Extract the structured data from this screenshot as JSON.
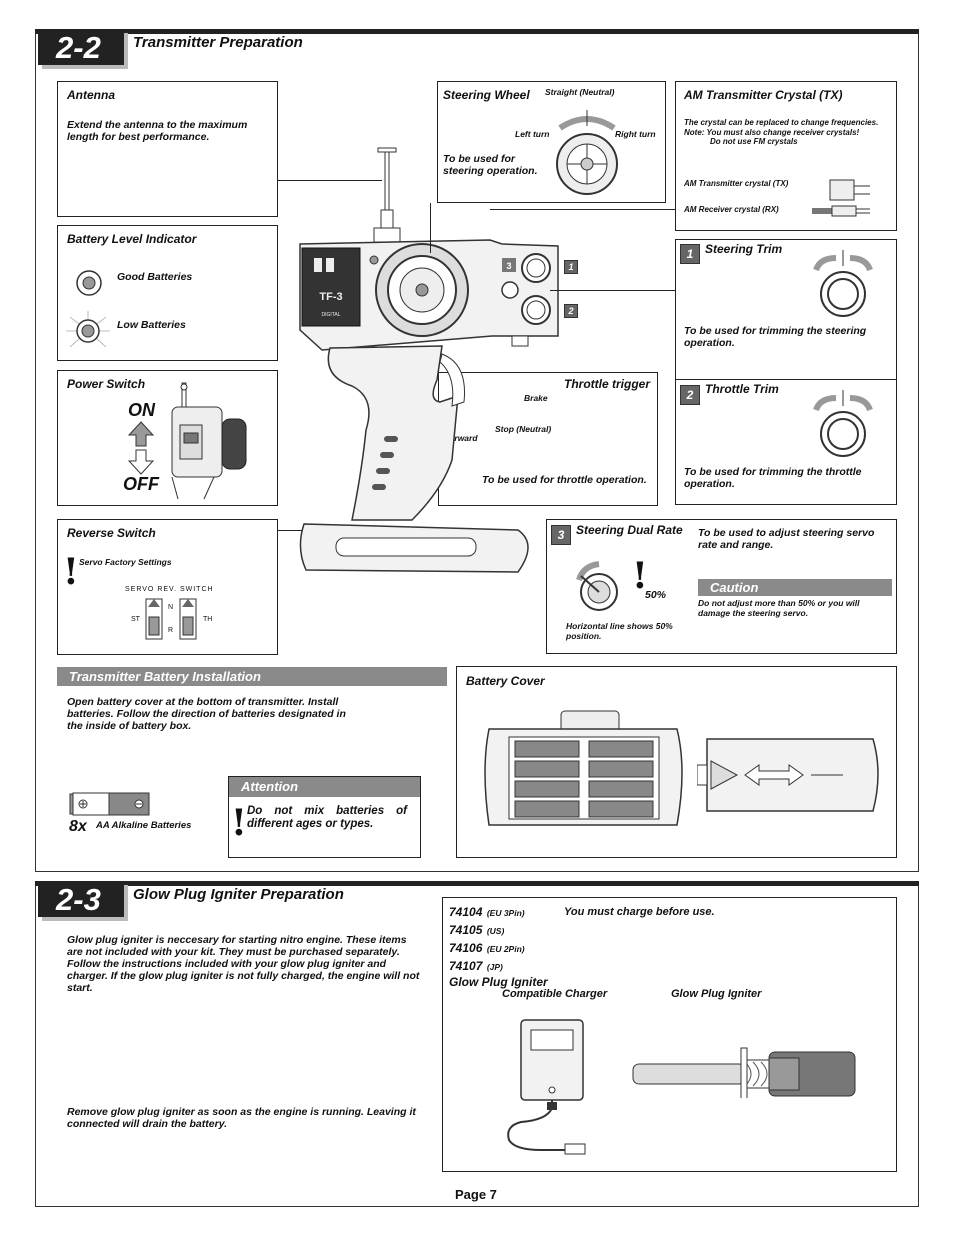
{
  "s22": {
    "num": "2-2",
    "title": "Transmitter Preparation",
    "antenna": {
      "title": "Antenna",
      "text": "Extend the antenna to the maximum length for best performance."
    },
    "battery_level": {
      "title": "Battery Level Indicator",
      "good": "Good Batteries",
      "low": "Low Batteries"
    },
    "power_switch": {
      "title": "Power Switch",
      "on": "ON",
      "off": "OFF"
    },
    "reverse_switch": {
      "title": "Reverse Switch",
      "note": "Servo Factory Settings",
      "switch_label": "SERVO REV. SWITCH",
      "st": "ST",
      "th": "TH",
      "n": "N",
      "r": "R"
    },
    "steering_wheel": {
      "title": "Steering Wheel",
      "straight": "Straight (Neutral)",
      "left": "Left turn",
      "right": "Right turn",
      "text": "To be used for steering operation."
    },
    "crystal": {
      "title": "AM Transmitter Crystal (TX)",
      "line1": "The crystal can be replaced to change frequencies.",
      "line2": "Note: You must also change receiver crystals!",
      "line3": "Do not use FM crystals",
      "tx": "AM Transmitter crystal (TX)",
      "rx": "AM Receiver crystal (RX)"
    },
    "steering_trim": {
      "num": "1",
      "title": "Steering Trim",
      "text": "To be used for trimming the steering operation."
    },
    "throttle_trim": {
      "num": "2",
      "title": "Throttle Trim",
      "text": "To be used for trimming the throttle operation."
    },
    "throttle_trigger": {
      "title": "Throttle trigger",
      "brake": "Brake",
      "stop": "Stop (Neutral)",
      "forward": "Forward",
      "text": "To be used for throttle operation."
    },
    "dual_rate": {
      "num": "3",
      "title": "Steering Dual Rate",
      "text": "To be used to adjust steering servo rate and range.",
      "pct": "50%",
      "note": "Horizontal line shows 50% position.",
      "caution_title": "Caution",
      "caution_text": "Do not adjust more than 50% or you will damage the steering servo."
    },
    "battery_install": {
      "title": "Transmitter Battery Installation",
      "text": "Open battery cover at the bottom of transmitter. Install batteries. Follow the direction of batteries designated in the inside of battery box.",
      "qty": "8x",
      "battery_label": "AA Alkaline Batteries"
    },
    "attention": {
      "title": "Attention",
      "text": "Do not mix batteries of different ages or types."
    },
    "battery_cover": {
      "title": "Battery Cover"
    },
    "tx_callouts": {
      "one": "1",
      "two": "2",
      "three": "3"
    }
  },
  "s23": {
    "num": "2-3",
    "title": "Glow Plug Igniter Preparation",
    "text1": "Glow plug igniter is neccesary for starting nitro engine. These items are not included with your kit. They must be purchased separately. Follow the instructions included with your glow plug igniter and charger. If the glow plug igniter is not fully charged, the engine will not start.",
    "text2": "Remove glow plug igniter as soon as the engine is running. Leaving it connected will drain the battery.",
    "parts": [
      {
        "no": "74104",
        "region": "(EU 3Pin)"
      },
      {
        "no": "74105",
        "region": "(US)"
      },
      {
        "no": "74106",
        "region": "(EU 2Pin)"
      },
      {
        "no": "74107",
        "region": "(JP)"
      }
    ],
    "parts_label": "Glow Plug Igniter",
    "charge_note": "You must charge before use.",
    "charger_label": "Compatible Charger",
    "igniter_label": "Glow Plug Igniter"
  },
  "page": "Page 7"
}
